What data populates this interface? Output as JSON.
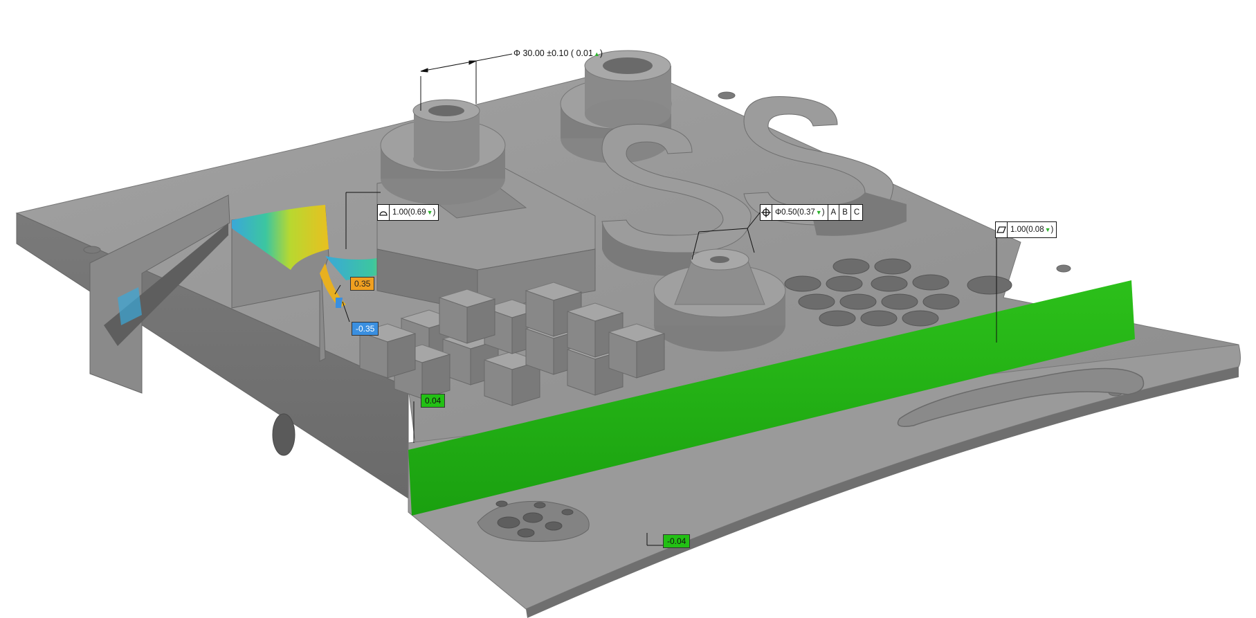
{
  "colors": {
    "background": "#ffffff",
    "part_face_light": "#9c9c9c",
    "part_face_mid": "#8a8a8a",
    "part_face_dark": "#6e6e6e",
    "in_tolerance_green": "#22b014",
    "deviation_orange": "#f0a020",
    "deviation_blue": "#3a8fe0",
    "tolerance_triangle": "#2cb22c"
  },
  "dimension": {
    "symbol": "Φ",
    "nominal": "30.00",
    "tolerance": "±0.10",
    "measured_open": "(",
    "measured": "0.01",
    "measured_close": ")"
  },
  "profile_fcf": {
    "symbol_icon": "profile-of-surface-icon",
    "value": "1.00",
    "measured": "(0.69"
  },
  "position_fcf": {
    "symbol_icon": "position-icon",
    "value": "Φ0.50",
    "measured": "(0.37",
    "datums": [
      "A",
      "B",
      "C"
    ]
  },
  "flatness_fcf": {
    "symbol_icon": "flatness-icon",
    "value": "1.00",
    "measured": "(0.08"
  },
  "deviation_labels": {
    "orange": "0.35",
    "blue": "-0.35",
    "green_top": "0.04",
    "green_bottom": "-0.04"
  }
}
